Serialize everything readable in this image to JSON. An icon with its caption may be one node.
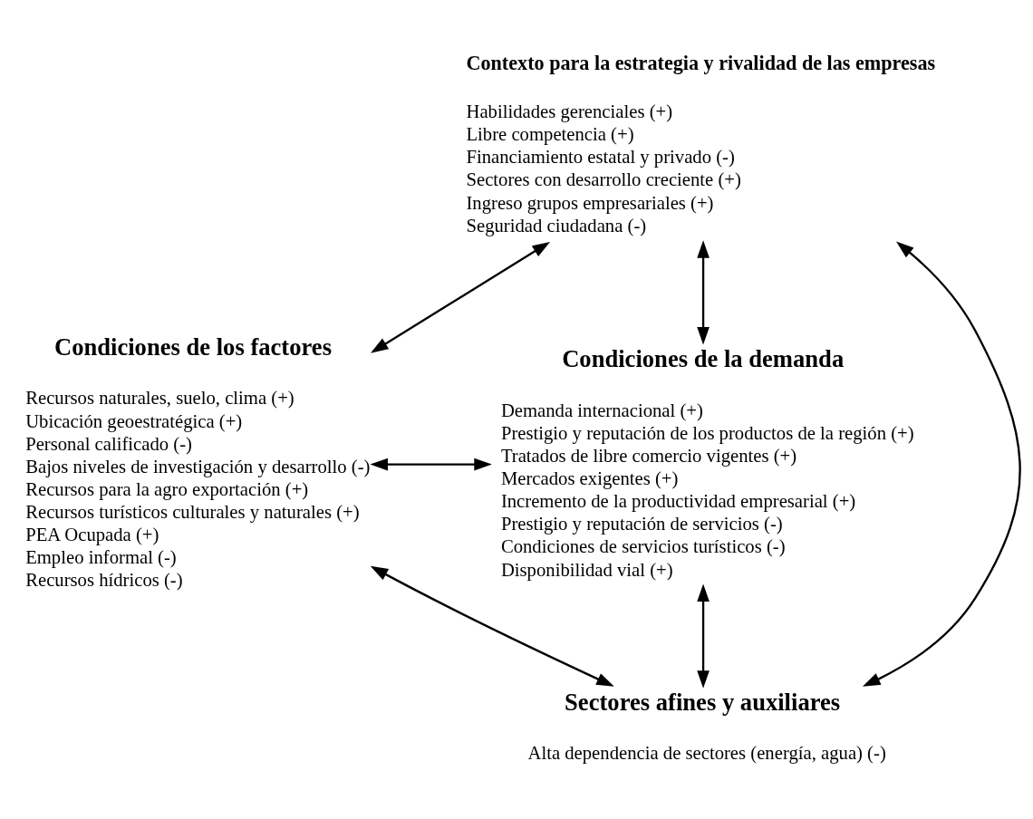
{
  "diagram": {
    "nodes": [
      {
        "text": [
          "Contexto para la estrategia y rivalidad de las empresas",
          "Habilidades gerenciales (+)",
          "Libre competencia (+)",
          "Financiamiento estatal y privado (-)",
          "Sectores con desarrollo creciente (+)",
          "Ingreso grupos empresariales (+)",
          "Seguridad ciudadana (-)"
        ]
      },
      {
        "text": [
          "Condiciones de los factores",
          "Recursos naturales, suelo, clima (+)",
          "Ubicación geoestratégica (+)",
          "Personal calificado (-)",
          "Bajos niveles de investigación y desarrollo (-)",
          "Recursos para la agro exportación (+)",
          "Recursos turísticos culturales y naturales (+)",
          "PEA Ocupada (+)",
          "Empleo informal (-)",
          "Recursos hídricos (-)"
        ]
      },
      {
        "text": [
          "Condiciones de la demanda",
          "Demanda internacional (+)",
          "Prestigio y reputación de los productos de la región (+)",
          "Tratados de libre comercio vigentes (+)",
          "Mercados exigentes (+)",
          "Incremento de la productividad empresarial (+)",
          "Prestigio y reputación de servicios (-)",
          "Condiciones de servicios turísticos (-)",
          "Disponibilidad vial (+)"
        ]
      },
      {
        "text": [
          "Sectores afines y auxiliares",
          "Alta dependencia de sectores (energía, agua) (-)"
        ]
      }
    ],
    "edges": [
      {
        "from": 0,
        "to": 1,
        "arrow": "both"
      },
      {
        "from": 0,
        "to": 2,
        "arrow": "both"
      },
      {
        "from": 0,
        "to": 3,
        "arrow": "both"
      },
      {
        "from": 1,
        "to": 2,
        "arrow": "both"
      },
      {
        "from": 1,
        "to": 3,
        "arrow": "both"
      },
      {
        "from": 2,
        "to": 3,
        "arrow": "both"
      }
    ]
  }
}
